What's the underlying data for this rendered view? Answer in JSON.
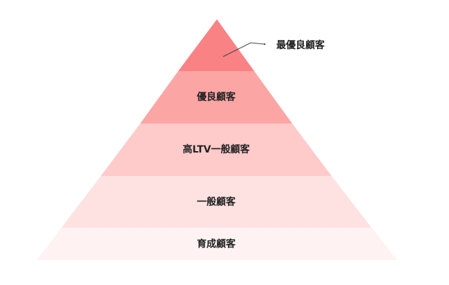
{
  "pyramid": {
    "tiers": [
      {
        "label": "最優良顧客",
        "color": "#f98284"
      },
      {
        "label": "優良顧客",
        "color": "#fca5a5"
      },
      {
        "label": "高LTV一般顧客",
        "color": "#fecaca"
      },
      {
        "label": "一般顧客",
        "color": "#fee2e2"
      },
      {
        "label": "育成顧客",
        "color": "#fef2f2"
      }
    ],
    "callout": {
      "label": "最優良顧客",
      "line_color": "#444444"
    },
    "text_color": "#222222"
  }
}
